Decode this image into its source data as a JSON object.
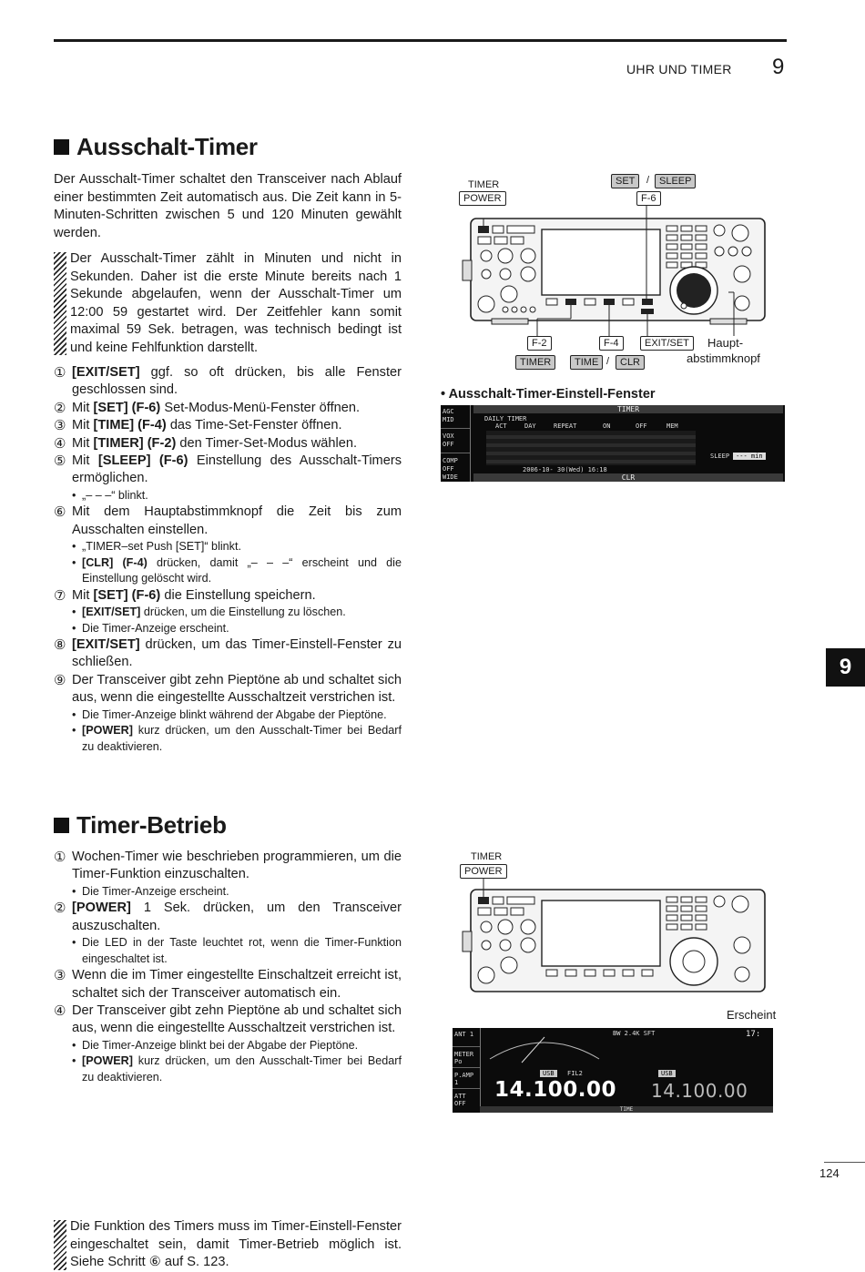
{
  "header": {
    "title": "UHR UND TIMER",
    "chapter": "9"
  },
  "side_tab": "9",
  "page_number": "124",
  "section1": {
    "title": "Ausschalt-Timer",
    "intro": "Der Ausschalt-Timer schaltet den Transceiver nach Ablauf einer bestimmten Zeit automatisch aus. Die Zeit kann in 5-Minuten-Schritten zwischen 5 und 120 Minuten gewählt werden.",
    "note": "Der Ausschalt-Timer zählt in Minuten und nicht in Sekunden. Daher ist die erste Minute bereits nach 1 Sekunde abgelaufen, wenn der Ausschalt-Timer um 12:00 59 gestartet wird. Der Zeitfehler kann somit maximal 59 Sek. betragen, was technisch bedingt ist und keine Fehlfunktion darstellt.",
    "steps": [
      {
        "n": "①",
        "key": "[EXIT/SET]",
        "text": " ggf. so oft drücken, bis alle Fenster geschlossen sind.",
        "subs": []
      },
      {
        "n": "②",
        "pre": "Mit ",
        "key": "[SET] (F-6)",
        "text": " Set-Modus-Menü-Fenster öffnen.",
        "subs": []
      },
      {
        "n": "③",
        "pre": "Mit ",
        "key": "[TIME] (F-4)",
        "text": " das Time-Set-Fenster öffnen.",
        "subs": []
      },
      {
        "n": "④",
        "pre": "Mit ",
        "key": "[TIMER] (F-2)",
        "text": " den Timer-Set-Modus wählen.",
        "subs": []
      },
      {
        "n": "⑤",
        "pre": "Mit ",
        "key": "[SLEEP] (F-6)",
        "text": " Einstellung des Ausschalt-Timers ermöglichen.",
        "subs": [
          {
            "text": "„– – –“ blinkt."
          }
        ]
      },
      {
        "n": "⑥",
        "text": "Mit dem Hauptabstimmknopf die Zeit bis zum Ausschalten einstellen.",
        "subs": [
          {
            "text": "„TIMER–set Push [SET]“ blinkt."
          },
          {
            "key": "[CLR] (F-4)",
            "text": " drücken, damit „– – –“ erscheint und die Einstellung gelöscht wird."
          }
        ]
      },
      {
        "n": "⑦",
        "pre": "Mit ",
        "key": "[SET] (F-6)",
        "text": " die Einstellung speichern.",
        "subs": [
          {
            "key": "[EXIT/SET]",
            "text": " drücken, um die Einstellung zu löschen."
          },
          {
            "text": "Die Timer-Anzeige erscheint."
          }
        ]
      },
      {
        "n": "⑧",
        "key": "[EXIT/SET]",
        "text": " drücken, um das Timer-Einstell-Fenster zu schließen.",
        "subs": []
      },
      {
        "n": "⑨",
        "text": "Der Transceiver gibt  zehn Pieptöne ab und schaltet sich aus, wenn die eingestellte Ausschaltzeit verstrichen ist.",
        "subs": [
          {
            "text": "Die Timer-Anzeige blinkt während der Abgabe der Pieptöne."
          },
          {
            "key": "[POWER]",
            "text": " kurz drücken, um den Ausschalt-Timer bei Bedarf zu deaktivieren."
          }
        ]
      }
    ]
  },
  "section2": {
    "title": "Timer-Betrieb",
    "steps": [
      {
        "n": "①",
        "text": "Wochen-Timer wie beschrieben programmieren, um die Timer-Funktion einzuschalten.",
        "subs": [
          {
            "text": "Die Timer-Anzeige erscheint."
          }
        ]
      },
      {
        "n": "②",
        "key": "[POWER]",
        "text": " 1 Sek. drücken, um den Transceiver auszuschalten.",
        "subs": [
          {
            "text": "Die LED in der Taste leuchtet rot, wenn die Timer-Funktion eingeschaltet ist."
          }
        ]
      },
      {
        "n": "③",
        "text": "Wenn die im Timer eingestellte Einschaltzeit erreicht ist, schaltet sich der Transceiver automatisch ein.",
        "subs": []
      },
      {
        "n": "④",
        "text": "Der Transceiver gibt  zehn Pieptöne ab und schaltet sich aus, wenn die eingestellte Ausschaltzeit verstrichen ist.",
        "subs": [
          {
            "text": "Die Timer-Anzeige blinkt bei der Abgabe der Pieptöne."
          },
          {
            "key": "[POWER]",
            "text": " kurz drücken, um den Ausschalt-Timer bei Bedarf zu deaktivieren."
          }
        ]
      }
    ],
    "note": "Die Funktion des Timers muss im Timer-Einstell-Fenster eingeschaltet sein, damit Timer-Betrieb möglich ist. Siehe Schritt ⑥ auf S. 123."
  },
  "figure1": {
    "timer_label": "TIMER",
    "power_key": "POWER",
    "set_key": "SET",
    "sleep_key": "SLEEP",
    "slash": "/",
    "f6_key": "F-6",
    "f2_key": "F-2",
    "f4_key": "F-4",
    "exitset_key": "EXIT/SET",
    "timer_key": "TIMER",
    "time_key": "TIME",
    "clr_key": "CLR",
    "knob_label_1": "Haupt-",
    "knob_label_2": "abstimmknopf",
    "caption": "• Ausschalt-Timer-Einstell-Fenster"
  },
  "screen1": {
    "side": [
      "AGC MID",
      "VOX OFF",
      "COMP OFF WIDE"
    ],
    "title": "TIMER",
    "subtitle": "DAILY TIMER",
    "cols": [
      "ACT",
      "DAY",
      "REPEAT",
      "ON",
      "OFF",
      "MEM"
    ],
    "sleep": "SLEEP",
    "sleep_val": "--- min",
    "date": "2006-10- 30(Wed) 16:18",
    "bottom": "CLR"
  },
  "figure2": {
    "timer_label": "TIMER",
    "power_key": "POWER",
    "appears": "Erscheint"
  },
  "screen2": {
    "side": [
      "ANT 1",
      "METER Po",
      "P.AMP 1",
      "ATT OFF"
    ],
    "top": "BW 2.4K SFT",
    "clock": "17:",
    "mode1": "USB",
    "mode2": "USB",
    "freq1": "14.100.00",
    "freq2": "14.100.00",
    "fil": "FIL2",
    "bottom": "TIME"
  }
}
